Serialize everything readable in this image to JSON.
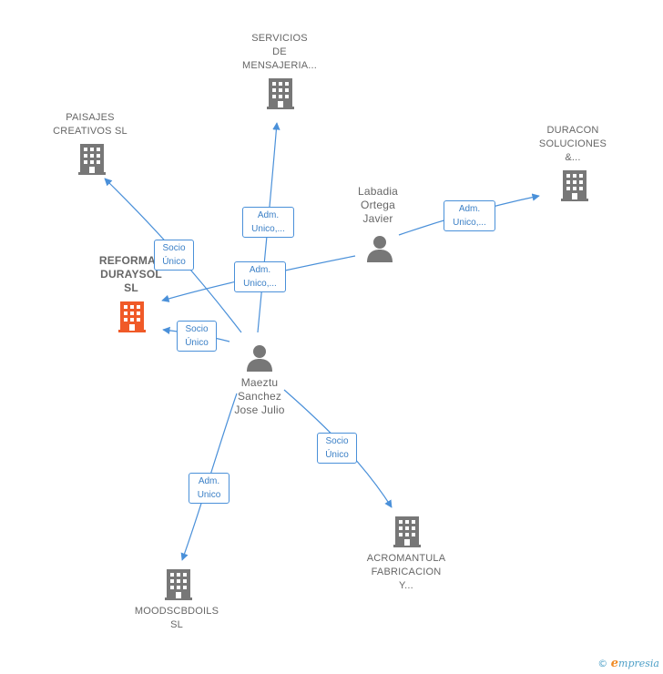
{
  "colors": {
    "edge": "#4a90d9",
    "company_icon": "#777777",
    "focus_icon": "#f05a28",
    "person_icon": "#777777"
  },
  "nodes": {
    "servicios": {
      "lines": [
        "SERVICIOS",
        "DE",
        "MENSAJERIA..."
      ],
      "icon": "building-icon"
    },
    "paisajes": {
      "lines": [
        "PAISAJES",
        "CREATIVOS  SL"
      ],
      "icon": "building-icon"
    },
    "duracon": {
      "lines": [
        "DURACON",
        "SOLUCIONES",
        "&..."
      ],
      "icon": "building-icon"
    },
    "labadia": {
      "lines": [
        "Labadia",
        "Ortega",
        "Javier"
      ],
      "icon": "person-icon"
    },
    "reformas": {
      "lines": [
        "REFORMAS",
        "DURAYSOL",
        "SL"
      ],
      "icon": "building-icon"
    },
    "maeztu": {
      "lines": [
        "Maeztu",
        "Sanchez",
        "Jose Julio"
      ],
      "icon": "person-icon"
    },
    "acromantula": {
      "lines": [
        "ACROMANTULA",
        "FABRICACION",
        "Y..."
      ],
      "icon": "building-icon"
    },
    "moodscbdoils": {
      "lines": [
        "MOODSCBDOILS",
        "SL"
      ],
      "icon": "building-icon"
    }
  },
  "edges": {
    "maeztu_paisajes": [
      "Socio",
      "Único"
    ],
    "maeztu_servicios": [
      "Adm.",
      "Unico,..."
    ],
    "labadia_reformas": [
      "Adm.",
      "Unico,..."
    ],
    "maeztu_reformas": [
      "Socio",
      "Único"
    ],
    "labadia_duracon": [
      "Adm.",
      "Unico,..."
    ],
    "maeztu_acromantula": [
      "Socio",
      "Único"
    ],
    "maeztu_moodscbdoils": [
      "Adm.",
      "Unico"
    ]
  },
  "brand": {
    "copyright": "©",
    "initial": "e",
    "rest": "mpresia"
  }
}
